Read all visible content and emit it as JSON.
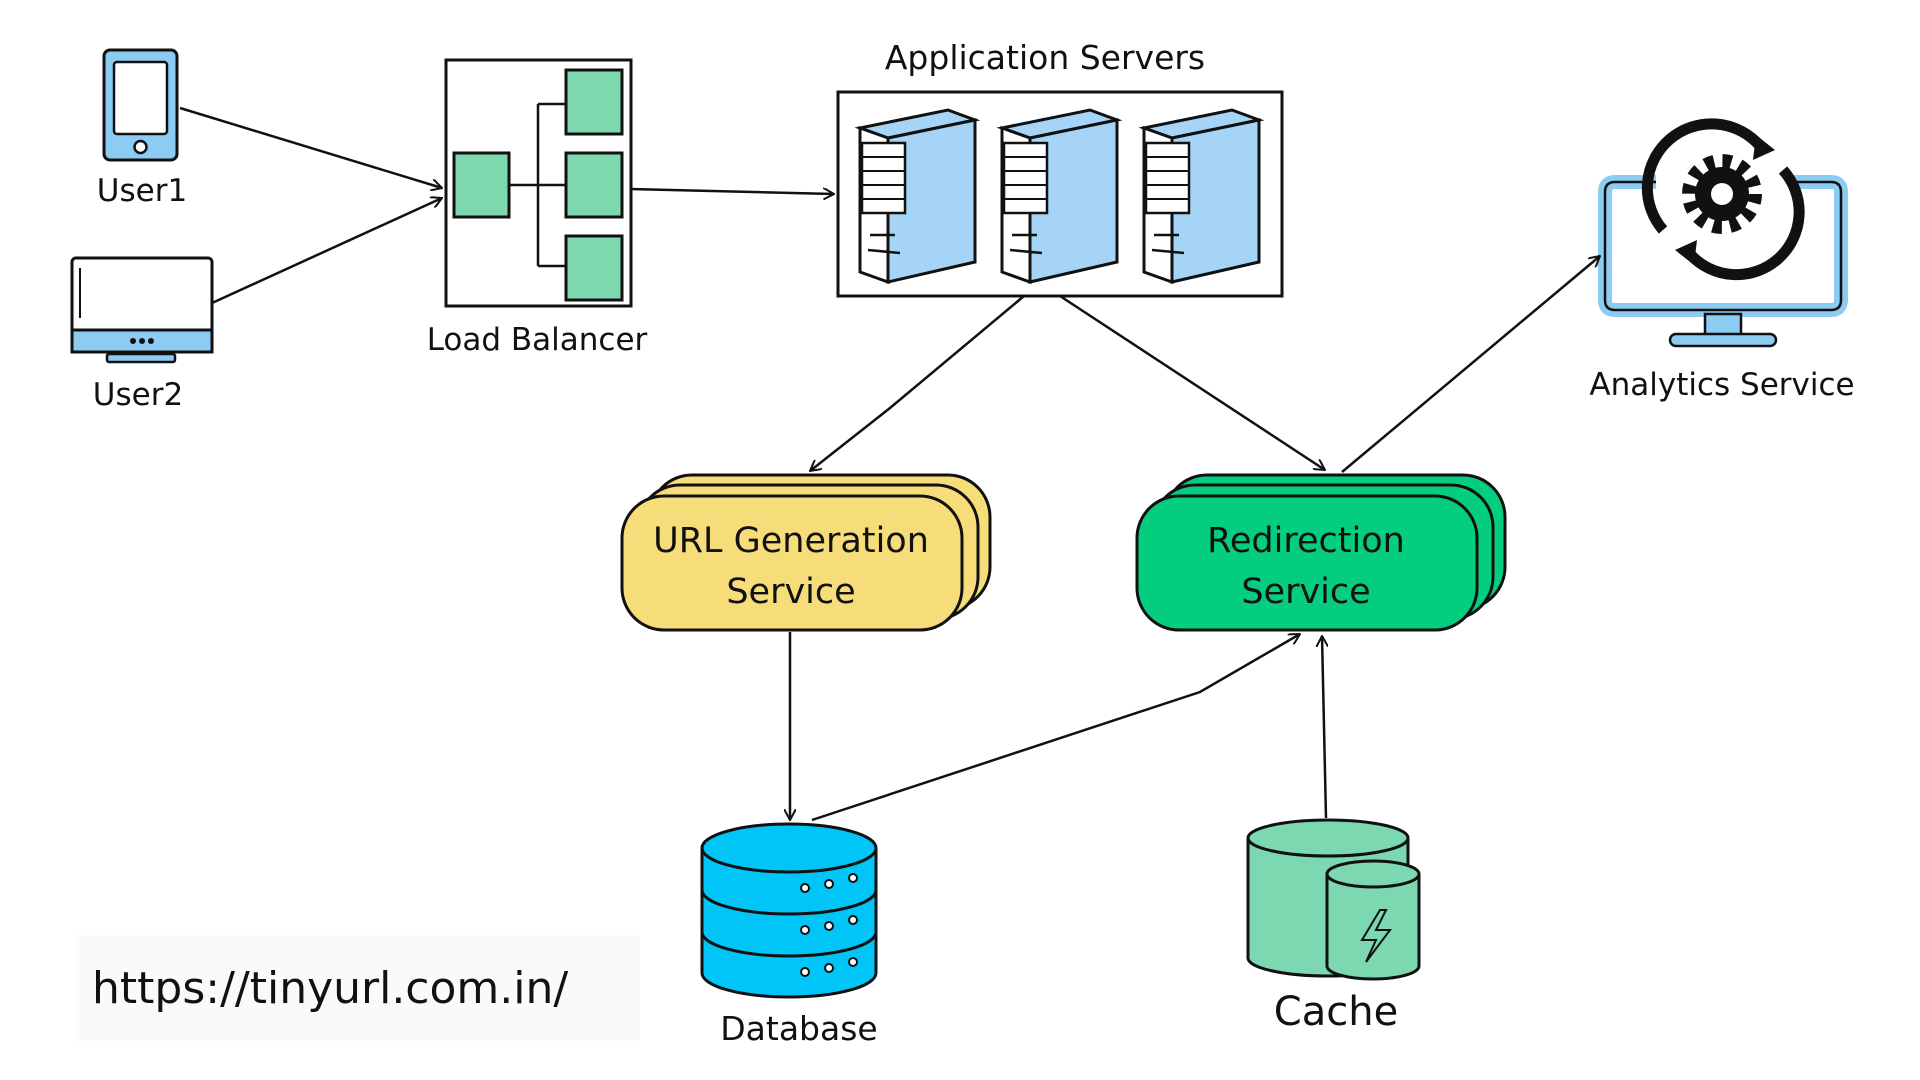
{
  "diagram": {
    "url_text": "https://tinyurl.com.in/",
    "colors": {
      "device_blue": "#8ccbf2",
      "server_blue": "#a5d4f6",
      "lb_green": "#7dd8b0",
      "url_gen_yellow": "#f7dd79",
      "redirect_green": "#05cd80",
      "database_cyan": "#00c5f6",
      "cache_green": "#7cd8b0",
      "stroke": "#111111"
    },
    "nodes": {
      "user1": {
        "label": "User1",
        "icon": "phone-icon"
      },
      "user2": {
        "label": "User2",
        "icon": "desktop-monitor-icon"
      },
      "load_balancer": {
        "label": "Load Balancer",
        "icon": "load-balancer-icon"
      },
      "app_servers": {
        "label": "Application Servers",
        "icon": "server-tower-icon"
      },
      "analytics": {
        "label": "Analytics Service",
        "icon": "monitor-gear-sync-icon"
      },
      "url_gen": {
        "line1": "URL Generation",
        "line2": "Service"
      },
      "redirect": {
        "line1": "Redirection",
        "line2": "Service"
      },
      "database": {
        "label": "Database",
        "icon": "database-icon"
      },
      "cache": {
        "label": "Cache",
        "icon": "cache-lightning-icon"
      }
    },
    "edges": [
      {
        "from": "user1",
        "to": "load_balancer"
      },
      {
        "from": "user2",
        "to": "load_balancer"
      },
      {
        "from": "load_balancer",
        "to": "app_servers"
      },
      {
        "from": "app_servers",
        "to": "url_gen"
      },
      {
        "from": "app_servers",
        "to": "redirect"
      },
      {
        "from": "redirect",
        "to": "analytics"
      },
      {
        "from": "url_gen",
        "to": "database"
      },
      {
        "from": "database",
        "to": "redirect"
      },
      {
        "from": "cache",
        "to": "redirect"
      }
    ]
  }
}
